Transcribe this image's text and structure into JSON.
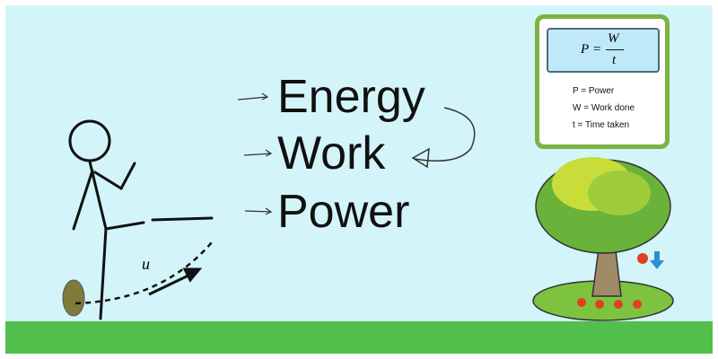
{
  "terms": [
    "Energy",
    "Work",
    "Power"
  ],
  "velocity_label": "u",
  "formula": {
    "lhs": "P",
    "equals": "=",
    "numerator": "W",
    "denominator": "t"
  },
  "legend": [
    "P = Power",
    "W = Work done",
    "t = Time taken"
  ],
  "colors": {
    "sky": "#d3f5fa",
    "ground": "#51bf4b",
    "card_border": "#7cb342",
    "formula_bg": "#bfe9f8"
  }
}
